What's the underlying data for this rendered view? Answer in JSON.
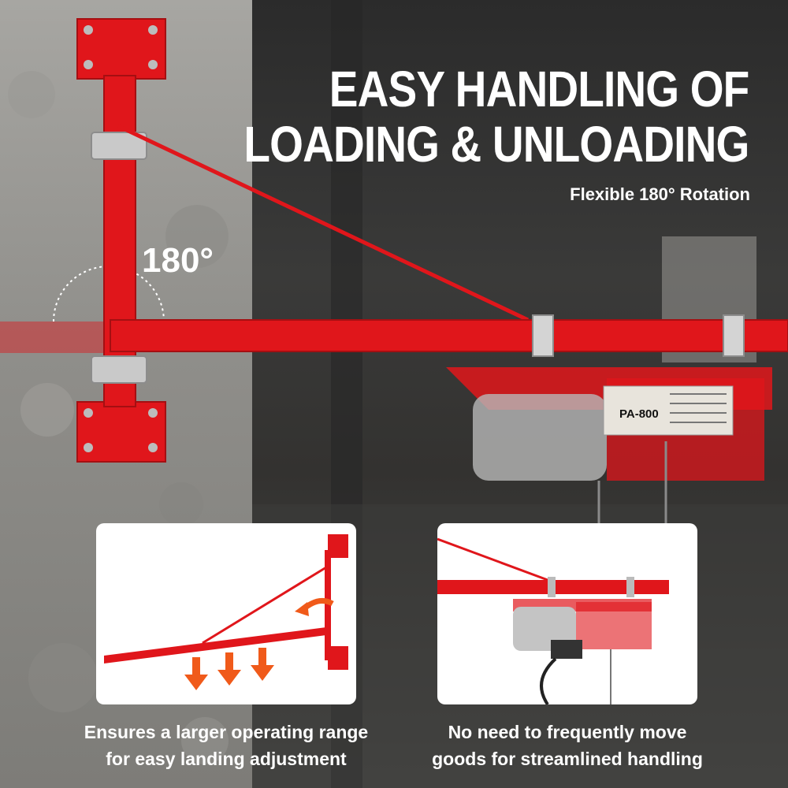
{
  "headline": {
    "line1": "EASY HANDLING OF",
    "line2": "LOADING & UNLOADING"
  },
  "subtitle": "Flexible 180° Rotation",
  "rotation_label": "180°",
  "hoist_model": "PA-800",
  "panels": [
    {
      "caption_line1": "Ensures a larger operating range",
      "caption_line2": "for easy landing adjustment"
    },
    {
      "caption_line1": "No need to frequently move",
      "caption_line2": "goods for streamlined handling"
    }
  ],
  "colors": {
    "frame_red": "#e0161b",
    "arrow_orange": "#f05a1a",
    "text_white": "#ffffff"
  }
}
